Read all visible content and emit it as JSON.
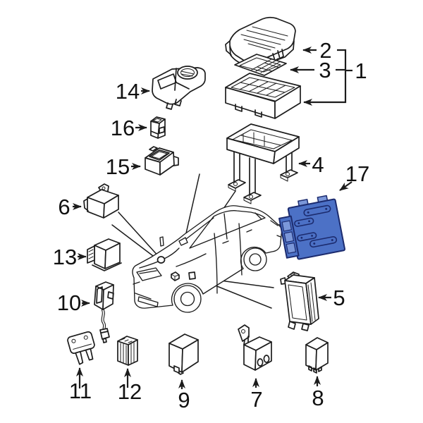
{
  "diagram": {
    "background": "#ffffff",
    "line_color": "#1c1c1c",
    "label_color": "#111111",
    "highlight": {
      "face": "#4c71c6",
      "side": "#3a5cb2",
      "light": "#7b97d9",
      "outline": "#1c2b6e"
    },
    "callouts": [
      {
        "label": "1"
      },
      {
        "label": "2"
      },
      {
        "label": "3"
      },
      {
        "label": "4"
      },
      {
        "label": "5"
      },
      {
        "label": "6"
      },
      {
        "label": "7"
      },
      {
        "label": "8"
      },
      {
        "label": "9"
      },
      {
        "label": "10"
      },
      {
        "label": "11"
      },
      {
        "label": "12"
      },
      {
        "label": "13"
      },
      {
        "label": "14"
      },
      {
        "label": "15"
      },
      {
        "label": "16"
      },
      {
        "label": "17"
      }
    ],
    "highlighted_callout": "17"
  }
}
